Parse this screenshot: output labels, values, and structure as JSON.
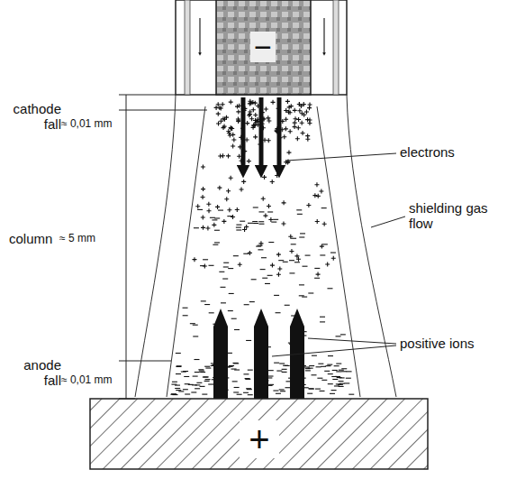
{
  "diagram": {
    "labels": [
      "cathode fall",
      "≈ 0,01 mm",
      "column",
      "≈ 5 mm",
      "anode fall",
      "≈ 0,01 mm",
      "electrons",
      "shielding gas flow",
      "positive ions",
      "−",
      "+"
    ]
  }
}
